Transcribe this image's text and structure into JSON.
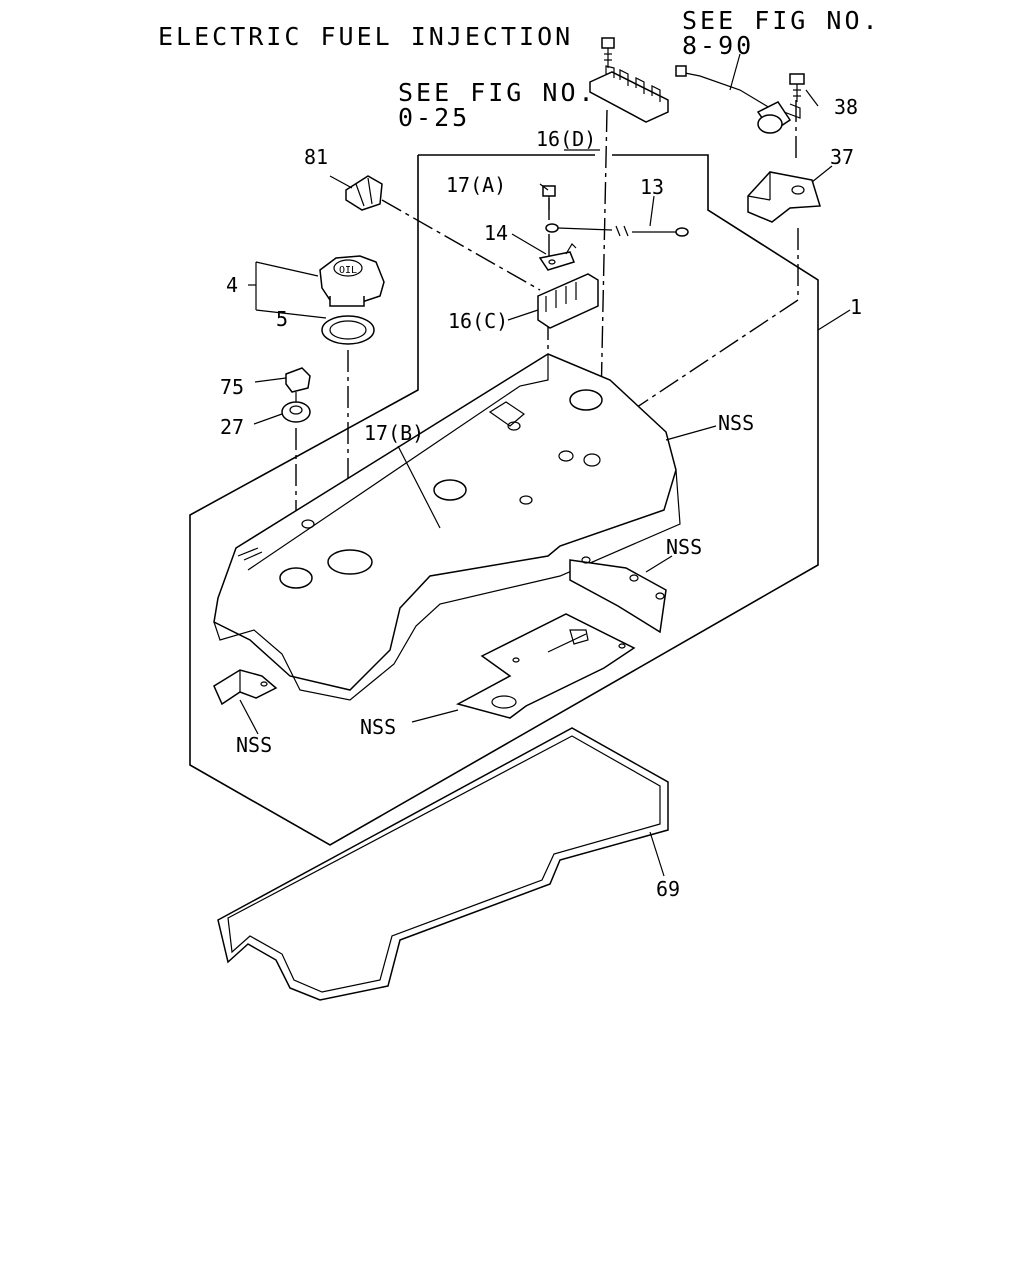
{
  "diagram": {
    "title": "ELECTRIC FUEL INJECTION",
    "references": [
      {
        "line1": "SEE FIG NO.",
        "line2": "0-25"
      },
      {
        "line1": "SEE FIG NO.",
        "line2": "8-90"
      }
    ],
    "callouts": {
      "c1": "1",
      "c4": "4",
      "c5": "5",
      "c13": "13",
      "c14": "14",
      "c16c": "16(C)",
      "c16d": "16(D)",
      "c17a": "17(A)",
      "c17b": "17(B)",
      "c27": "27",
      "c37": "37",
      "c38": "38",
      "c69": "69",
      "c75": "75",
      "c81": "81",
      "nss_cover": "NSS",
      "nss_bracket_right": "NSS",
      "nss_bracket_left": "NSS",
      "nss_plate": "NSS"
    }
  }
}
